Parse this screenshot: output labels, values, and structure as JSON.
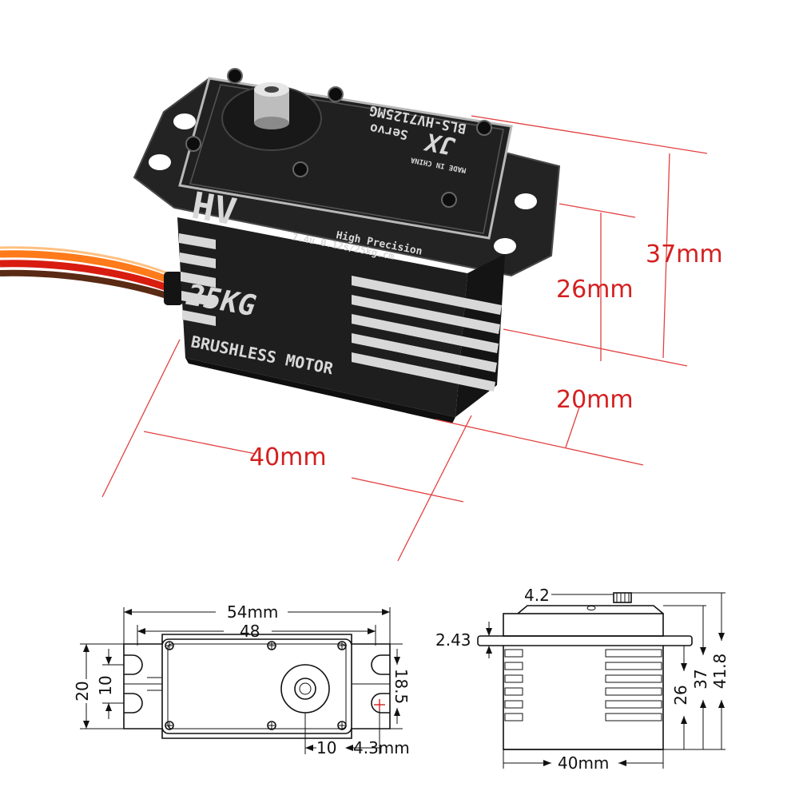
{
  "product": {
    "brand": "JX",
    "model": "BLS-HV7125MG",
    "type_label": "Servo",
    "origin": "MADE IN CHINA",
    "badge_hv": "HV",
    "badge_torque": "25KG",
    "spec_line_1": "High Precision",
    "spec_line_2": "7.4u 0.12s/25kg.cm",
    "motor_label": "BRUSHLESS MOTOR"
  },
  "photo_dimensions": {
    "height_total": "37mm",
    "height_body": "26mm",
    "depth": "20mm",
    "length": "40mm"
  },
  "top_view": {
    "flange_length": "54mm",
    "hole_spacing": "48",
    "width": "20",
    "hole_gap": "10",
    "height_right": "18.5",
    "shaft_offset": "10",
    "hole_diameter": "4.3mm"
  },
  "side_view": {
    "top_offset": "4.2",
    "flange_thickness": "2.43",
    "body_height": "26",
    "mid_height": "37",
    "total_height": "41.8",
    "body_length": "40mm"
  },
  "colors": {
    "dimension_text": "#d42020",
    "dimension_lines": "#e34040",
    "servo_body": "#1c1c1c",
    "wire_orange": "#ff7a1a",
    "wire_red": "#d81c10",
    "wire_brown": "#5a2a14"
  }
}
